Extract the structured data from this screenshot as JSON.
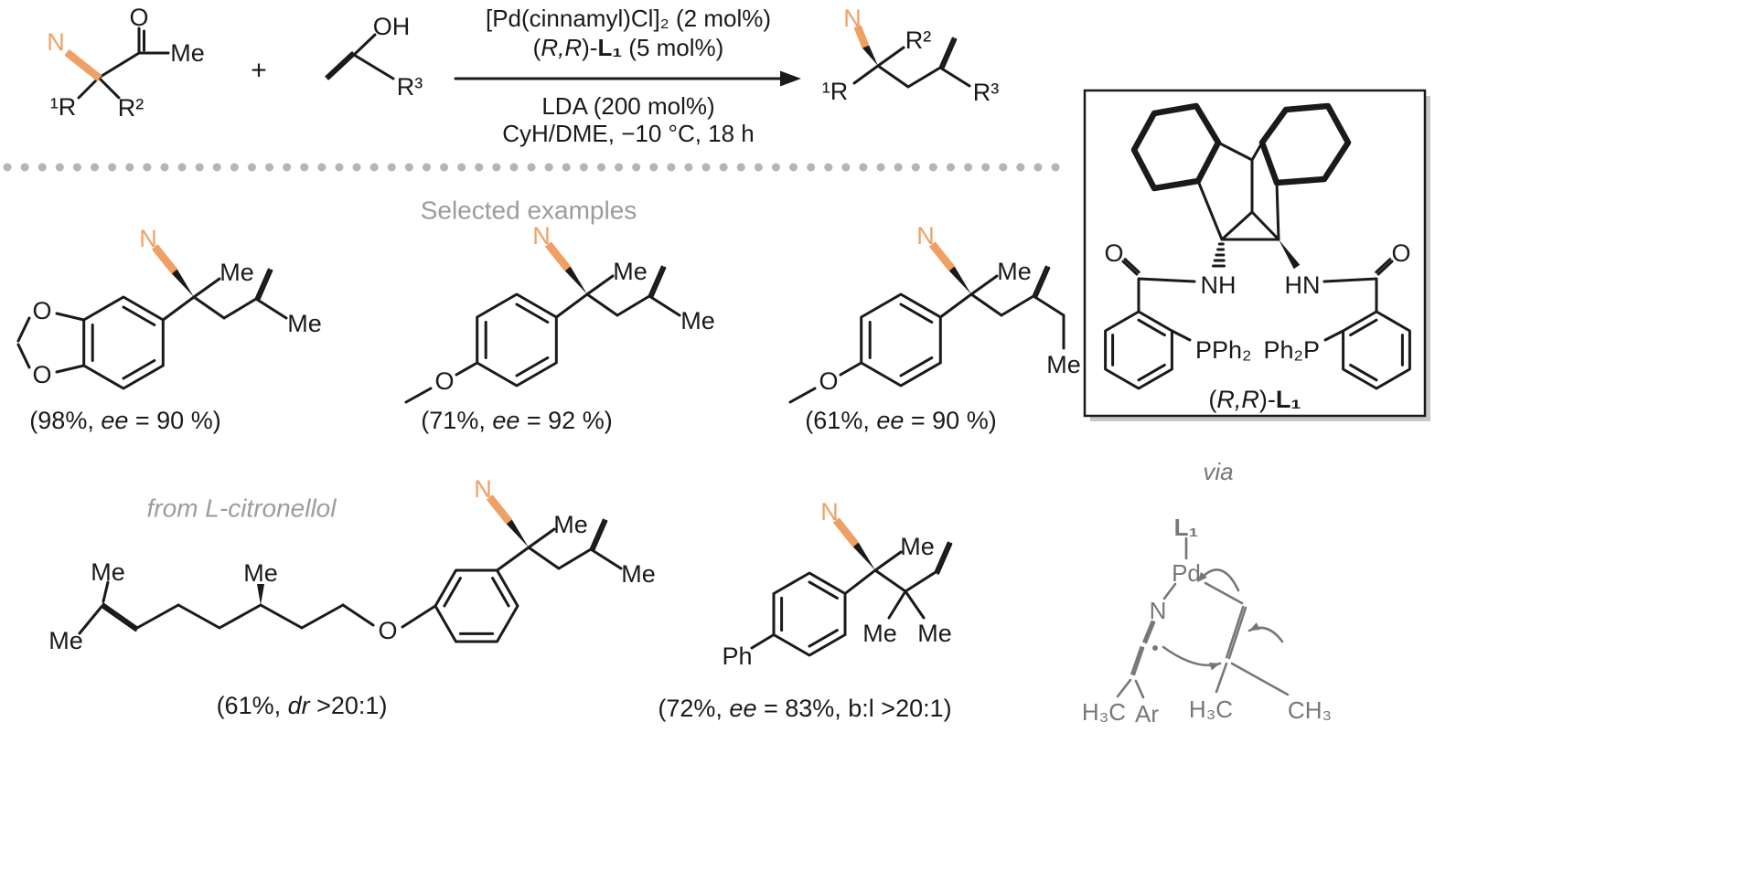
{
  "colors": {
    "nitrile": "#EFA064",
    "muted": "#9C9C9C",
    "mechanism": "#777777",
    "divider": "#B5B5B5",
    "ink": "#1A1A1A"
  },
  "scheme": {
    "plus": "+",
    "substrate1": {
      "n": "N",
      "o": "O",
      "me": "Me",
      "r1": "¹R",
      "r2": "R²"
    },
    "substrate2": {
      "oh": "OH",
      "r3": "R³"
    },
    "conditions": {
      "line1": "[Pd(cinnamyl)Cl]₂ (2 mol%)",
      "line2": {
        "open": "(",
        "rr": "R,R",
        "close": ")-",
        "ligand": "L₁",
        "rest": " (5 mol%)"
      },
      "line3": "LDA (200 mol%)",
      "line4": "CyH/DME, −10 °C, 18 h"
    },
    "product": {
      "n": "N",
      "r1": "¹R",
      "r2": "R²",
      "r3": "R³"
    }
  },
  "examples": {
    "title": "Selected examples",
    "ex1": {
      "n": "N",
      "me_quart": "Me",
      "me_allyl": "Me",
      "o_top": "O",
      "o_bottom": "O",
      "caption": {
        "pre": "(98%, ",
        "italic": "ee",
        "post": " = 90 %)"
      }
    },
    "ex2": {
      "n": "N",
      "me_quart": "Me",
      "me_allyl": "Me",
      "o_methoxy": "O",
      "caption": {
        "pre": "(71%, ",
        "italic": "ee",
        "post": " = 92 %)"
      }
    },
    "ex3": {
      "n": "N",
      "me_quart": "Me",
      "me_terminal": "Me",
      "o_methoxy": "O",
      "caption": {
        "pre": "(61%, ",
        "italic": "ee",
        "post": " = 90 %)"
      }
    }
  },
  "ligand": {
    "o_left": "O",
    "nh_left": "NH",
    "nh_right": "HN",
    "o_right": "O",
    "p_left": "PPh₂",
    "p_right": "Ph₂P",
    "caption": {
      "open": "(",
      "rr": "R,R",
      "close": ")-",
      "ligand": "L₁"
    }
  },
  "citronellol": {
    "label": "from L-citronellol",
    "me_top": "Me",
    "me_left": "Me",
    "me_stereo": "Me",
    "o_ether": "O",
    "n": "N",
    "me_quart": "Me",
    "me_allyl": "Me",
    "caption": {
      "pre": "(61%, ",
      "italic": "dr",
      "post": " >20:1)"
    }
  },
  "biphenyl": {
    "ph": "Ph",
    "n": "N",
    "me_quart": "Me",
    "me_gem_left": "Me",
    "me_gem_right": "Me",
    "caption": {
      "pre": "(72%, ",
      "italic": "ee",
      "post": " = 83%, b:l >20:1)"
    }
  },
  "mechanism": {
    "via": "via",
    "ligand": "L₁",
    "pd": "Pd",
    "n": "N",
    "h3c_ketenimine": "H₃C",
    "ar": "Ar",
    "h3c_allyl": "H₃C",
    "ch3_allyl": "CH₃"
  }
}
